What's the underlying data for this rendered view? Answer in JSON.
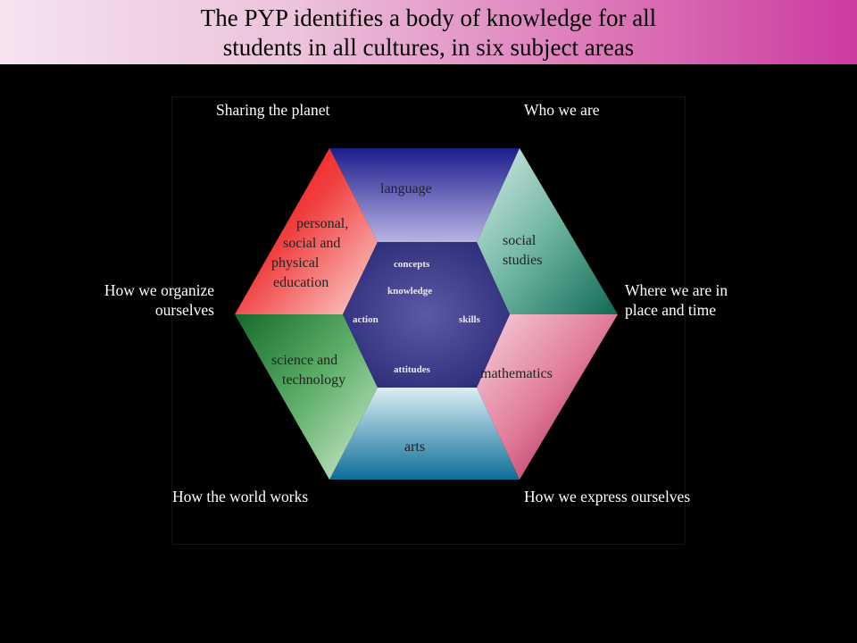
{
  "title": {
    "line1": "The PYP identifies a body of knowledge for all",
    "line2": "students in all cultures, in six subject areas"
  },
  "themes": {
    "sharing_planet": "Sharing the planet",
    "who_we_are": "Who we are",
    "organize_line1": "How we organize",
    "organize_line2": "ourselves",
    "where_line1": "Where we are in",
    "where_line2": "place and time",
    "world_works": "How the world works",
    "express": "How we express ourselves"
  },
  "subjects": {
    "language": "language",
    "social_line1": "social",
    "social_line2": "studies",
    "pse_line1": "personal,",
    "pse_line2": "social and",
    "pse_line3": "physical",
    "pse_line4": "education",
    "science_line1": "science and",
    "science_line2": "technology",
    "mathematics": "mathematics",
    "arts": "arts"
  },
  "core": {
    "concepts": "concepts",
    "knowledge": "knowledge",
    "action": "action",
    "skills": "skills",
    "attitudes": "attitudes"
  },
  "colors": {
    "language": "#2a2a9a",
    "social_studies": "#2e8f7a",
    "mathematics": "#b0104a",
    "arts": "#1a7ea8",
    "science": "#1e8a3a",
    "pse": "#e01818",
    "core": "#3a3a8a"
  }
}
